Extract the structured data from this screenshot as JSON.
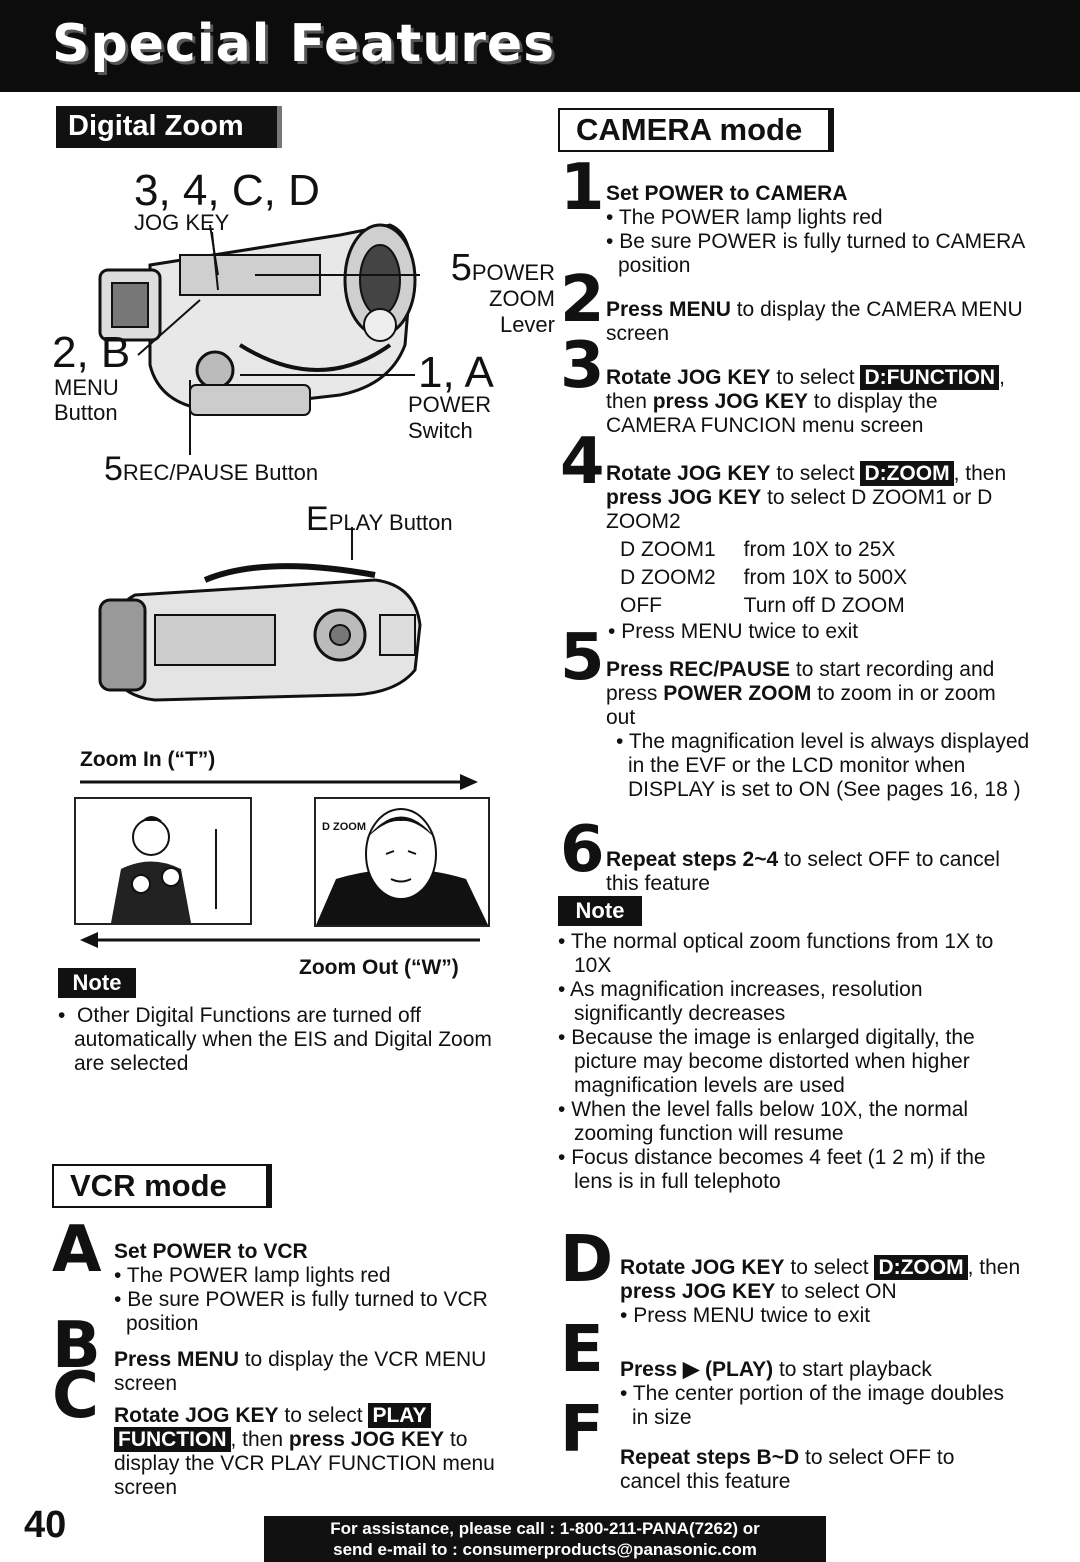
{
  "header": {
    "title": "Special Features"
  },
  "digital_zoom": {
    "heading": "Digital Zoom",
    "callouts": {
      "top_keys": "3, 4, C, D",
      "jog_key": "JOG KEY",
      "power_num": "5",
      "power_zoom_1": "POWER",
      "power_zoom_2": "ZOOM",
      "power_zoom_3": "Lever",
      "menu_keys": "2, B",
      "menu_1": "MENU",
      "menu_2": "Button",
      "switch_keys": "1, A",
      "switch_1": "POWER",
      "switch_2": "Switch",
      "rec_num": "5",
      "rec_label": "REC/PAUSE Button",
      "play_key": "E",
      "play_label": "PLAY Button"
    },
    "zoom_in_label": "Zoom In (“T”)",
    "zoom_out_label": "Zoom Out (“W”)",
    "dzoom_overlay": "D ZOOM",
    "note_label": "Note",
    "note_text": "Other Digital Functions are turned off automatically when the EIS and Digital Zoom are selected"
  },
  "vcr_mode": {
    "heading": "VCR mode",
    "steps": [
      {
        "key": "A",
        "title": "Set POWER to VCR",
        "bullets": [
          "The POWER lamp lights red",
          "Be sure POWER is fully turned to VCR position"
        ]
      },
      {
        "key": "B",
        "bold": "Press MENU",
        "rest": " to display the VCR MENU screen"
      },
      {
        "key": "C",
        "pre": "Rotate JOG KEY",
        "mid": " to select ",
        "tag1": "PLAY",
        "tag2": "FUNCTION",
        "post_bold": "press JOG KEY",
        "post_a": ", then ",
        "post_b": " to display the VCR PLAY FUNCTION menu screen"
      }
    ]
  },
  "camera_mode": {
    "heading": "CAMERA mode",
    "steps": [
      {
        "key": "1",
        "title": "Set POWER to CAMERA",
        "bullets": [
          "The POWER lamp lights red",
          "Be sure POWER is fully turned to CAMERA position"
        ]
      },
      {
        "key": "2",
        "bold": "Press MENU",
        "rest": " to display the CAMERA MENU screen"
      },
      {
        "key": "3",
        "pre": "Rotate JOG KEY",
        "mid": " to select ",
        "tag": "D:FUNCTION",
        "a": ", then ",
        "bold2": "press JOG KEY",
        "b": " to display the CAMERA FUNCION menu screen"
      },
      {
        "key": "4",
        "pre": "Rotate JOG KEY",
        "mid": " to select ",
        "tag": "D:ZOOM",
        "a": ", then ",
        "bold2": "press JOG KEY",
        "b": " to select D ZOOM1 or D ZOOM2",
        "table": [
          [
            "D ZOOM1",
            "from 10X to 25X"
          ],
          [
            "D ZOOM2",
            "from 10X to 500X"
          ],
          [
            "OFF",
            "Turn off D ZOOM"
          ]
        ],
        "bullet": "Press MENU twice to exit"
      },
      {
        "key": "5",
        "bold": "Press REC/PAUSE",
        "a": " to start recording and press ",
        "bold2": "POWER ZOOM",
        "b": " to zoom in or zoom out",
        "bullet": "The magnification level is always displayed in the EVF or the LCD monitor when DISPLAY is set to ON (See pages 16, 18 )"
      },
      {
        "key": "6",
        "bold": "Repeat steps 2~4",
        "rest": " to select OFF to cancel this feature"
      }
    ],
    "note_label": "Note",
    "notes": [
      "The normal optical zoom functions from 1X to 10X",
      "As magnification increases, resolution significantly decreases",
      "Because the image is enlarged digitally, the picture may become distorted when higher magnification levels are used",
      "When the level falls below 10X, the normal zooming function will resume",
      "Focus distance becomes 4 feet (1 2 m) if the lens is in full telephoto"
    ]
  },
  "vcr_right": {
    "steps": [
      {
        "key": "D",
        "pre": "Rotate JOG KEY",
        "mid": " to select ",
        "tag": "D:ZOOM",
        "a": ", then ",
        "bold2": "press JOG KEY",
        "b": " to select ON",
        "bullet": "Press MENU twice to exit"
      },
      {
        "key": "E",
        "bold": "Press ▶ (PLAY)",
        "rest": " to start playback",
        "bullet": "The center portion of the image doubles in size"
      },
      {
        "key": "F",
        "bold": "Repeat steps B~D",
        "rest": " to select OFF to cancel this feature"
      }
    ]
  },
  "footer": {
    "page_number": "40",
    "line1": "For assistance, please call : 1-800-211-PANA(7262) or",
    "line2": "send e-mail to : consumerproducts@panasonic.com"
  }
}
